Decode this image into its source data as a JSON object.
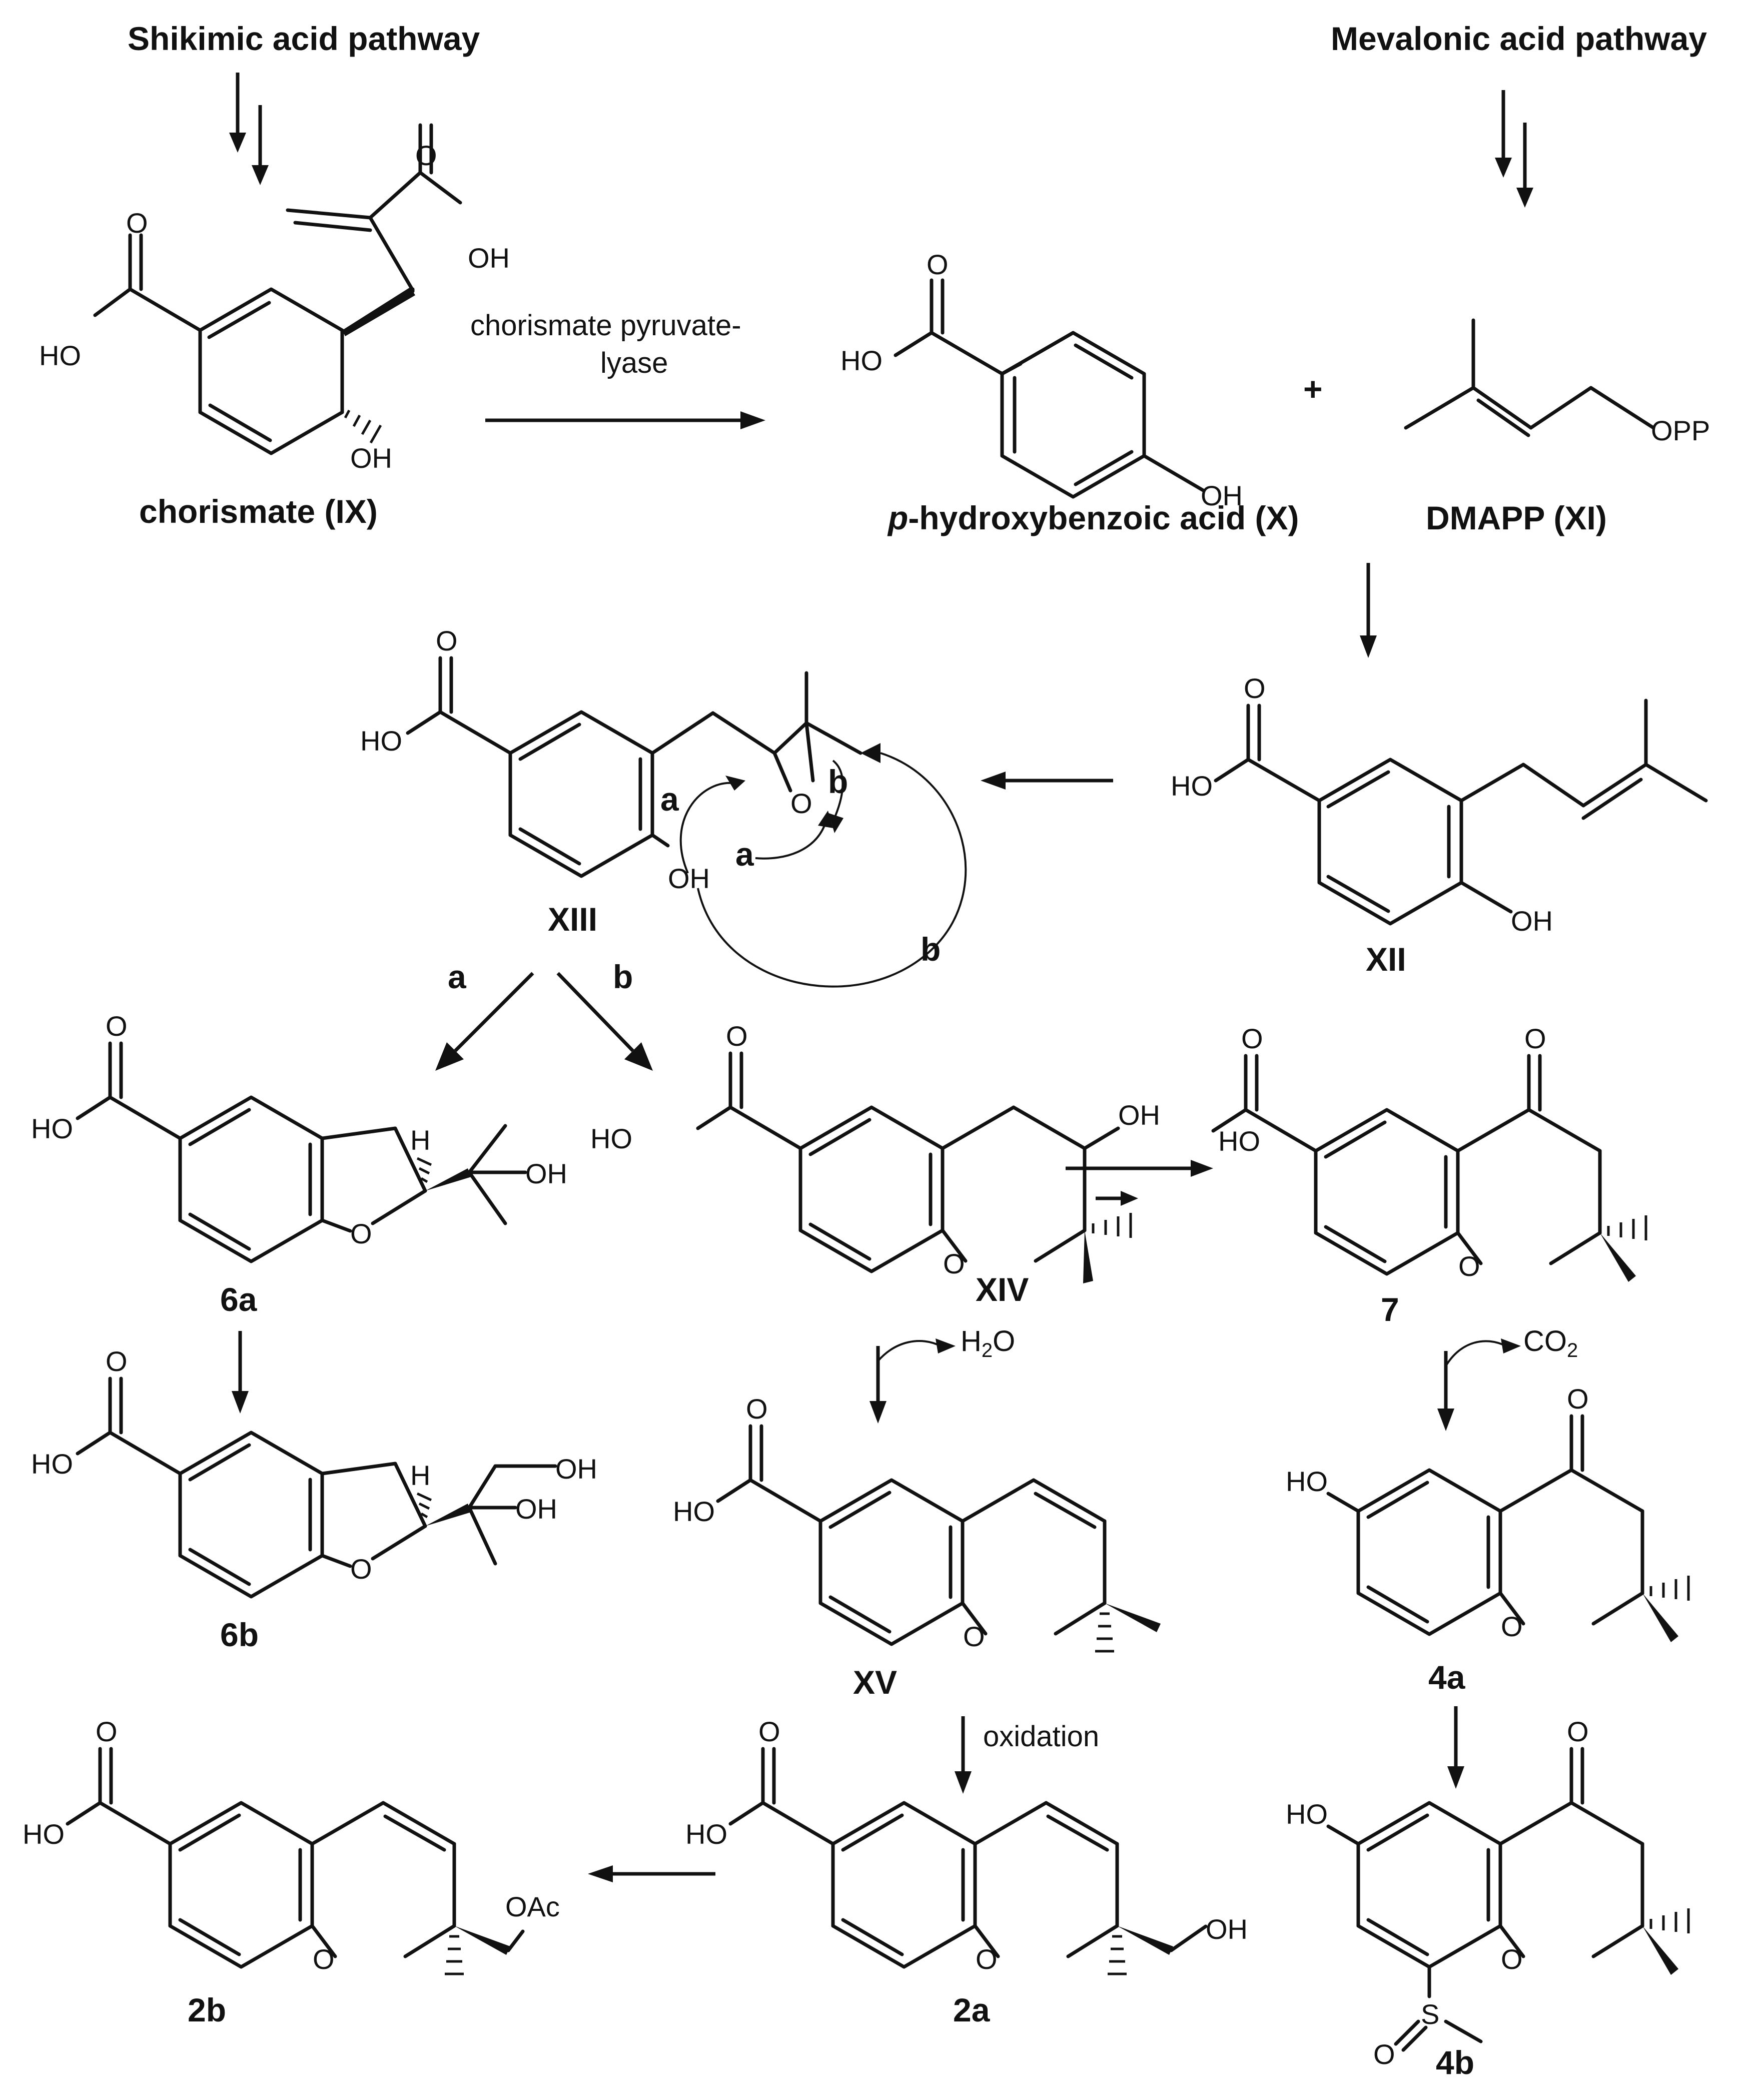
{
  "pathways": {
    "shikimic": "Shikimic acid pathway",
    "mevalonic": "Mevalonic acid pathway"
  },
  "enzyme": {
    "line1": "chorismate pyruvate-",
    "line2": "lyase"
  },
  "plus": "+",
  "atoms": {
    "HO": "HO",
    "OH": "OH",
    "O": "O",
    "H": "H",
    "OPP": "OPP",
    "OAc": "OAc",
    "S": "S"
  },
  "compounds": {
    "IX": "chorismate (IX)",
    "X_prefix": "p",
    "X_rest": "-hydroxybenzoic acid (X)",
    "XI": "DMAPP (XI)",
    "XII": "XII",
    "XIII": "XIII",
    "XIV": "XIV",
    "XV": "XV",
    "c6a": "6a",
    "c6b": "6b",
    "c7": "7",
    "c4a": "4a",
    "c4b": "4b",
    "c2a": "2a",
    "c2b": "2b"
  },
  "routes": {
    "a": "a",
    "b": "b"
  },
  "byproducts": {
    "co2_main": "CO",
    "co2_sub": "2",
    "h2o_h": "H",
    "h2o_sub": "2",
    "h2o_o": "O"
  },
  "step_labels": {
    "oxidation": "oxidation"
  }
}
